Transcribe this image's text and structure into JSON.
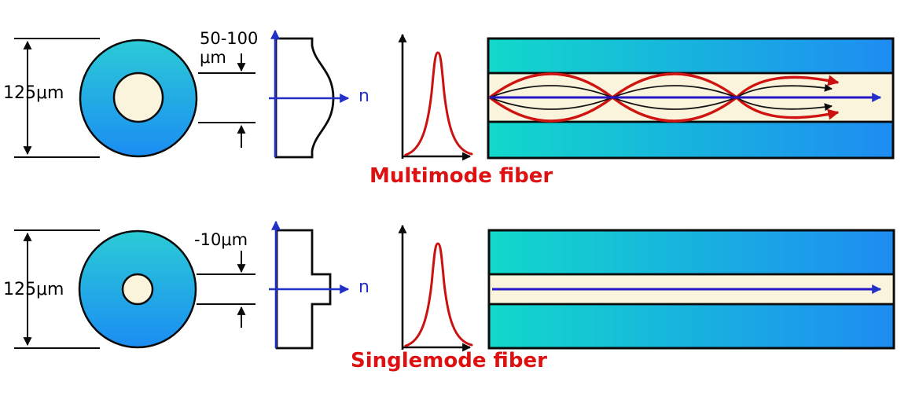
{
  "colors": {
    "cladding_gradient_start": "#2BCBD6",
    "cladding_gradient_end": "#1B8DF2",
    "fiber_gradient_start": "#12D9CA",
    "fiber_gradient_end": "#1E8CF2",
    "core_fill": "#FAF4DD",
    "outline": "#0A0A0A",
    "red_accent": "#CC1111",
    "title_red": "#DD1111",
    "blue_arrow": "#2330C8"
  },
  "multimode": {
    "title": "Multimode fiber",
    "cladding_label": "125μm",
    "core_label": "50-100\nμm",
    "index_axis_label": "n",
    "index_profile_type": "graded",
    "mode_count": "multiple"
  },
  "singlemode": {
    "title": "Singlemode fiber",
    "cladding_label": "125μm",
    "core_label": "-10μm",
    "index_axis_label": "n",
    "index_profile_type": "step",
    "mode_count": "single"
  }
}
